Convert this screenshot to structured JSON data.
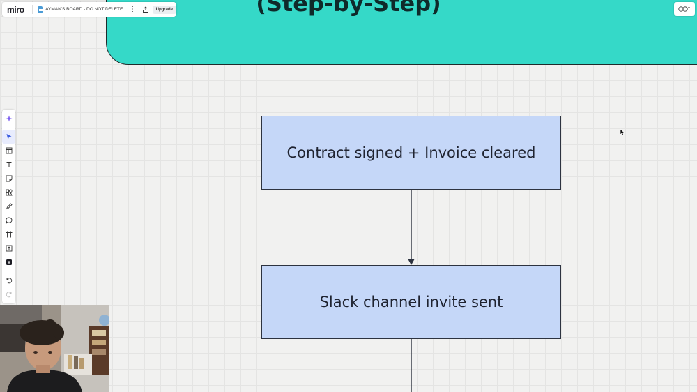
{
  "app": {
    "logo": "miro",
    "board_name": "AYMAN'S BOARD - DO NOT DELETE",
    "kebab": "⋮",
    "upgrade_label": "Upgrade"
  },
  "banner": {
    "title": "(Step-by-Step)",
    "color": "#35d9c8"
  },
  "toolbar": {
    "tools": [
      {
        "name": "ai-sparkle-icon"
      },
      {
        "name": "select-cursor-icon",
        "active": true
      },
      {
        "name": "templates-icon"
      },
      {
        "name": "text-icon"
      },
      {
        "name": "sticky-note-icon"
      },
      {
        "name": "shapes-icon"
      },
      {
        "name": "pen-icon"
      },
      {
        "name": "comment-icon"
      },
      {
        "name": "frame-icon"
      },
      {
        "name": "upload-icon"
      },
      {
        "name": "more-apps-icon"
      },
      {
        "name": "undo-icon"
      },
      {
        "name": "redo-icon"
      }
    ]
  },
  "flowchart": {
    "steps": [
      {
        "label": "Contract signed + Invoice cleared"
      },
      {
        "label": "Slack channel invite sent"
      }
    ],
    "box_color": "#c5d7f8"
  }
}
